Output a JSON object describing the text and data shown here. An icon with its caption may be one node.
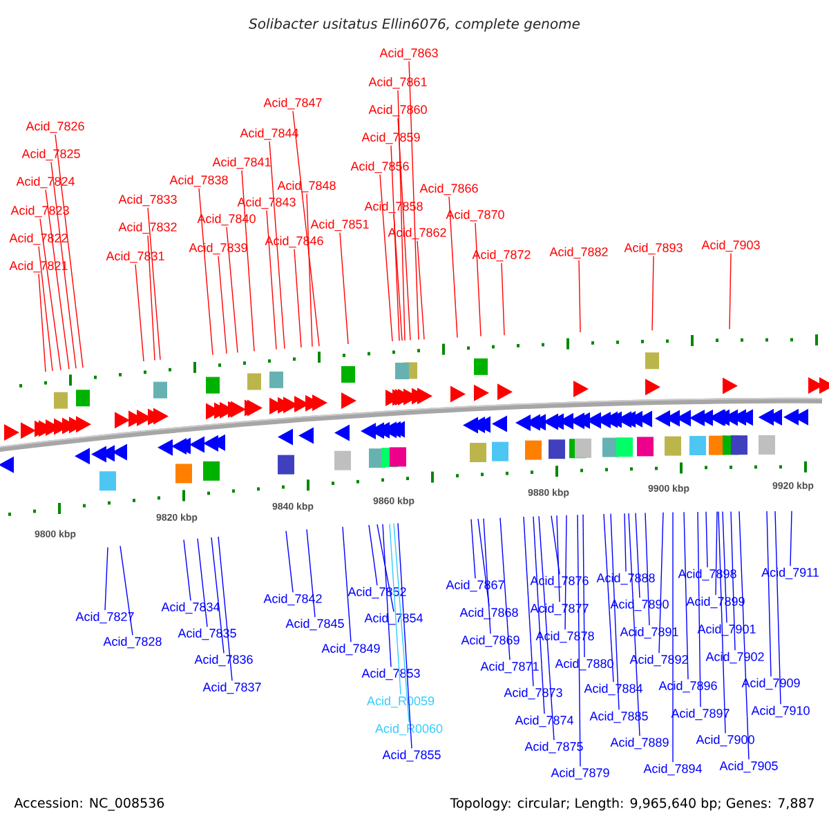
{
  "diagram": {
    "title": "Solibacter usitatus Ellin6076, complete genome",
    "nodes": [
      {
        "text": [
          "Acid_7826"
        ]
      },
      {
        "text": [
          "Acid_7825"
        ]
      },
      {
        "text": [
          "Acid_7824"
        ]
      },
      {
        "text": [
          "Acid_7823"
        ]
      },
      {
        "text": [
          "Acid_7822"
        ]
      },
      {
        "text": [
          "Acid_7821"
        ]
      },
      {
        "text": [
          "Acid_7833"
        ]
      },
      {
        "text": [
          "Acid_7832"
        ]
      },
      {
        "text": [
          "Acid_7831"
        ]
      },
      {
        "text": [
          "Acid_7838"
        ]
      },
      {
        "text": [
          "Acid_7840"
        ]
      },
      {
        "text": [
          "Acid_7839"
        ]
      },
      {
        "text": [
          "Acid_7841"
        ]
      },
      {
        "text": [
          "Acid_7844"
        ]
      },
      {
        "text": [
          "Acid_7847"
        ]
      },
      {
        "text": [
          "Acid_7843"
        ]
      },
      {
        "text": [
          "Acid_7848"
        ]
      },
      {
        "text": [
          "Acid_7846"
        ]
      },
      {
        "text": [
          "Acid_7851"
        ]
      },
      {
        "text": [
          "Acid_7863"
        ]
      },
      {
        "text": [
          "Acid_7861"
        ]
      },
      {
        "text": [
          "Acid_7860"
        ]
      },
      {
        "text": [
          "Acid_7859"
        ]
      },
      {
        "text": [
          "Acid_7856"
        ]
      },
      {
        "text": [
          "Acid_7858"
        ]
      },
      {
        "text": [
          "Acid_7862"
        ]
      },
      {
        "text": [
          "Acid_7866"
        ]
      },
      {
        "text": [
          "Acid_7870"
        ]
      },
      {
        "text": [
          "Acid_7872"
        ]
      },
      {
        "text": [
          "Acid_7882"
        ]
      },
      {
        "text": [
          "Acid_7893"
        ]
      },
      {
        "text": [
          "Acid_7903"
        ]
      },
      {
        "text": [
          "Acid_7827"
        ]
      },
      {
        "text": [
          "Acid_7828"
        ]
      },
      {
        "text": [
          "Acid_7834"
        ]
      },
      {
        "text": [
          "Acid_7835"
        ]
      },
      {
        "text": [
          "Acid_7836"
        ]
      },
      {
        "text": [
          "Acid_7837"
        ]
      },
      {
        "text": [
          "Acid_7842"
        ]
      },
      {
        "text": [
          "Acid_7845"
        ]
      },
      {
        "text": [
          "Acid_7849"
        ]
      },
      {
        "text": [
          "Acid_7852"
        ]
      },
      {
        "text": [
          "Acid_7854"
        ]
      },
      {
        "text": [
          "Acid_7853"
        ]
      },
      {
        "text": [
          "Acid_R0059"
        ]
      },
      {
        "text": [
          "Acid_R0060"
        ]
      },
      {
        "text": [
          "Acid_7855"
        ]
      },
      {
        "text": [
          "Acid_7867"
        ]
      },
      {
        "text": [
          "Acid_7868"
        ]
      },
      {
        "text": [
          "Acid_7869"
        ]
      },
      {
        "text": [
          "Acid_7871"
        ]
      },
      {
        "text": [
          "Acid_7873"
        ]
      },
      {
        "text": [
          "Acid_7874"
        ]
      },
      {
        "text": [
          "Acid_7875"
        ]
      },
      {
        "text": [
          "Acid_7879"
        ]
      },
      {
        "text": [
          "Acid_7876"
        ]
      },
      {
        "text": [
          "Acid_7877"
        ]
      },
      {
        "text": [
          "Acid_7878"
        ]
      },
      {
        "text": [
          "Acid_7880"
        ]
      },
      {
        "text": [
          "Acid_7884"
        ]
      },
      {
        "text": [
          "Acid_7885"
        ]
      },
      {
        "text": [
          "Acid_7889"
        ]
      },
      {
        "text": [
          "Acid_7888"
        ]
      },
      {
        "text": [
          "Acid_7890"
        ]
      },
      {
        "text": [
          "Acid_7891"
        ]
      },
      {
        "text": [
          "Acid_7892"
        ]
      },
      {
        "text": [
          "Acid_7894"
        ]
      },
      {
        "text": [
          "Acid_7896"
        ]
      },
      {
        "text": [
          "Acid_7897"
        ]
      },
      {
        "text": [
          "Acid_7898"
        ]
      },
      {
        "text": [
          "Acid_7899"
        ]
      },
      {
        "text": [
          "Acid_7901"
        ]
      },
      {
        "text": [
          "Acid_7902"
        ]
      },
      {
        "text": [
          "Acid_7900"
        ]
      },
      {
        "text": [
          "Acid_7905"
        ]
      },
      {
        "text": [
          "Acid_7911"
        ]
      },
      {
        "text": [
          "Acid_7909"
        ]
      },
      {
        "text": [
          "Acid_7910"
        ]
      }
    ],
    "edges": [
      {
        "from": 0,
        "to": null,
        "arrow": "none",
        "color": "#ff0000"
      },
      {
        "from": 1,
        "to": null,
        "arrow": "none",
        "color": "#ff0000"
      },
      {
        "from": 2,
        "to": null,
        "arrow": "none",
        "color": "#ff0000"
      },
      {
        "from": 3,
        "to": null,
        "arrow": "none",
        "color": "#ff0000"
      },
      {
        "from": 4,
        "to": null,
        "arrow": "none",
        "color": "#ff0000"
      },
      {
        "from": 5,
        "to": null,
        "arrow": "none",
        "color": "#ff0000"
      },
      {
        "from": 6,
        "to": null,
        "arrow": "none",
        "color": "#ff0000"
      },
      {
        "from": 7,
        "to": null,
        "arrow": "none",
        "color": "#ff0000"
      },
      {
        "from": 8,
        "to": null,
        "arrow": "none",
        "color": "#ff0000"
      },
      {
        "from": 9,
        "to": null,
        "arrow": "none",
        "color": "#ff0000"
      },
      {
        "from": 10,
        "to": null,
        "arrow": "none",
        "color": "#ff0000"
      },
      {
        "from": 11,
        "to": null,
        "arrow": "none",
        "color": "#ff0000"
      },
      {
        "from": 12,
        "to": null,
        "arrow": "none",
        "color": "#ff0000"
      },
      {
        "from": 13,
        "to": null,
        "arrow": "none",
        "color": "#ff0000"
      },
      {
        "from": 14,
        "to": null,
        "arrow": "none",
        "color": "#ff0000"
      },
      {
        "from": 15,
        "to": null,
        "arrow": "none",
        "color": "#ff0000"
      },
      {
        "from": 16,
        "to": null,
        "arrow": "none",
        "color": "#ff0000"
      },
      {
        "from": 17,
        "to": null,
        "arrow": "none",
        "color": "#ff0000"
      },
      {
        "from": 18,
        "to": null,
        "arrow": "none",
        "color": "#ff0000"
      },
      {
        "from": 19,
        "to": null,
        "arrow": "none",
        "color": "#ff0000"
      },
      {
        "from": 20,
        "to": null,
        "arrow": "none",
        "color": "#ff0000"
      },
      {
        "from": 21,
        "to": null,
        "arrow": "none",
        "color": "#ff0000"
      },
      {
        "from": 22,
        "to": null,
        "arrow": "none",
        "color": "#ff0000"
      },
      {
        "from": 23,
        "to": null,
        "arrow": "none",
        "color": "#ff0000"
      },
      {
        "from": 24,
        "to": null,
        "arrow": "none",
        "color": "#ff0000"
      },
      {
        "from": 25,
        "to": null,
        "arrow": "none",
        "color": "#ff0000"
      },
      {
        "from": 26,
        "to": null,
        "arrow": "none",
        "color": "#ff0000"
      },
      {
        "from": 27,
        "to": null,
        "arrow": "none",
        "color": "#ff0000"
      },
      {
        "from": 28,
        "to": null,
        "arrow": "none",
        "color": "#ff0000"
      },
      {
        "from": 29,
        "to": null,
        "arrow": "none",
        "color": "#ff0000"
      },
      {
        "from": 30,
        "to": null,
        "arrow": "none",
        "color": "#ff0000"
      },
      {
        "from": 31,
        "to": null,
        "arrow": "none",
        "color": "#ff0000"
      },
      {
        "from": 32,
        "to": null,
        "arrow": "none"
      },
      {
        "from": 33,
        "to": null,
        "arrow": "none"
      },
      {
        "from": 34,
        "to": null,
        "arrow": "none"
      },
      {
        "from": 35,
        "to": null,
        "arrow": "none"
      },
      {
        "from": 36,
        "to": null,
        "arrow": "none"
      },
      {
        "from": 37,
        "to": null,
        "arrow": "none"
      },
      {
        "from": 38,
        "to": null,
        "arrow": "none"
      },
      {
        "from": 39,
        "to": null,
        "arrow": "none"
      },
      {
        "from": 40,
        "to": null,
        "arrow": "none"
      },
      {
        "from": 41,
        "to": null,
        "arrow": "none"
      },
      {
        "from": 42,
        "to": null,
        "arrow": "none"
      },
      {
        "from": 43,
        "to": null,
        "arrow": "none"
      },
      {
        "from": 44,
        "to": null,
        "arrow": "none",
        "color": "#33ccff"
      },
      {
        "from": 45,
        "to": null,
        "arrow": "none",
        "color": "#33ccff"
      },
      {
        "from": 46,
        "to": null,
        "arrow": "none"
      },
      {
        "from": 47,
        "to": null,
        "arrow": "none"
      },
      {
        "from": 48,
        "to": null,
        "arrow": "none"
      },
      {
        "from": 49,
        "to": null,
        "arrow": "none"
      },
      {
        "from": 50,
        "to": null,
        "arrow": "none"
      },
      {
        "from": 51,
        "to": null,
        "arrow": "none"
      },
      {
        "from": 52,
        "to": null,
        "arrow": "none"
      },
      {
        "from": 53,
        "to": null,
        "arrow": "none"
      },
      {
        "from": 54,
        "to": null,
        "arrow": "none"
      },
      {
        "from": 55,
        "to": null,
        "arrow": "none"
      },
      {
        "from": 56,
        "to": null,
        "arrow": "none"
      },
      {
        "from": 57,
        "to": null,
        "arrow": "none"
      },
      {
        "from": 58,
        "to": null,
        "arrow": "none"
      },
      {
        "from": 59,
        "to": null,
        "arrow": "none"
      },
      {
        "from": 60,
        "to": null,
        "arrow": "none"
      },
      {
        "from": 61,
        "to": null,
        "arrow": "none"
      },
      {
        "from": 62,
        "to": null,
        "arrow": "none"
      },
      {
        "from": 63,
        "to": null,
        "arrow": "none"
      },
      {
        "from": 64,
        "to": null,
        "arrow": "none"
      },
      {
        "from": 65,
        "to": null,
        "arrow": "none"
      },
      {
        "from": 66,
        "to": null,
        "arrow": "none"
      },
      {
        "from": 67,
        "to": null,
        "arrow": "none"
      },
      {
        "from": 68,
        "to": null,
        "arrow": "none"
      },
      {
        "from": 69,
        "to": null,
        "arrow": "none"
      },
      {
        "from": 70,
        "to": null,
        "arrow": "none"
      },
      {
        "from": 71,
        "to": null,
        "arrow": "none"
      },
      {
        "from": 72,
        "to": null,
        "arrow": "none"
      },
      {
        "from": 73,
        "to": null,
        "arrow": "none"
      },
      {
        "from": 74,
        "to": null,
        "arrow": "none"
      },
      {
        "from": 75,
        "to": null,
        "arrow": "none"
      },
      {
        "from": 76,
        "to": null,
        "arrow": "none"
      },
      {
        "from": 77,
        "to": null,
        "arrow": "none"
      }
    ],
    "labels": [
      "9800 kbp",
      "9820 kbp",
      "9840 kbp",
      "9860 kbp",
      "9880 kbp",
      "9900 kbp",
      "9920 kbp",
      "Accession: NC_008536",
      "Topology: circular; Length: 9,965,640 bp; Genes: 7,887"
    ]
  }
}
